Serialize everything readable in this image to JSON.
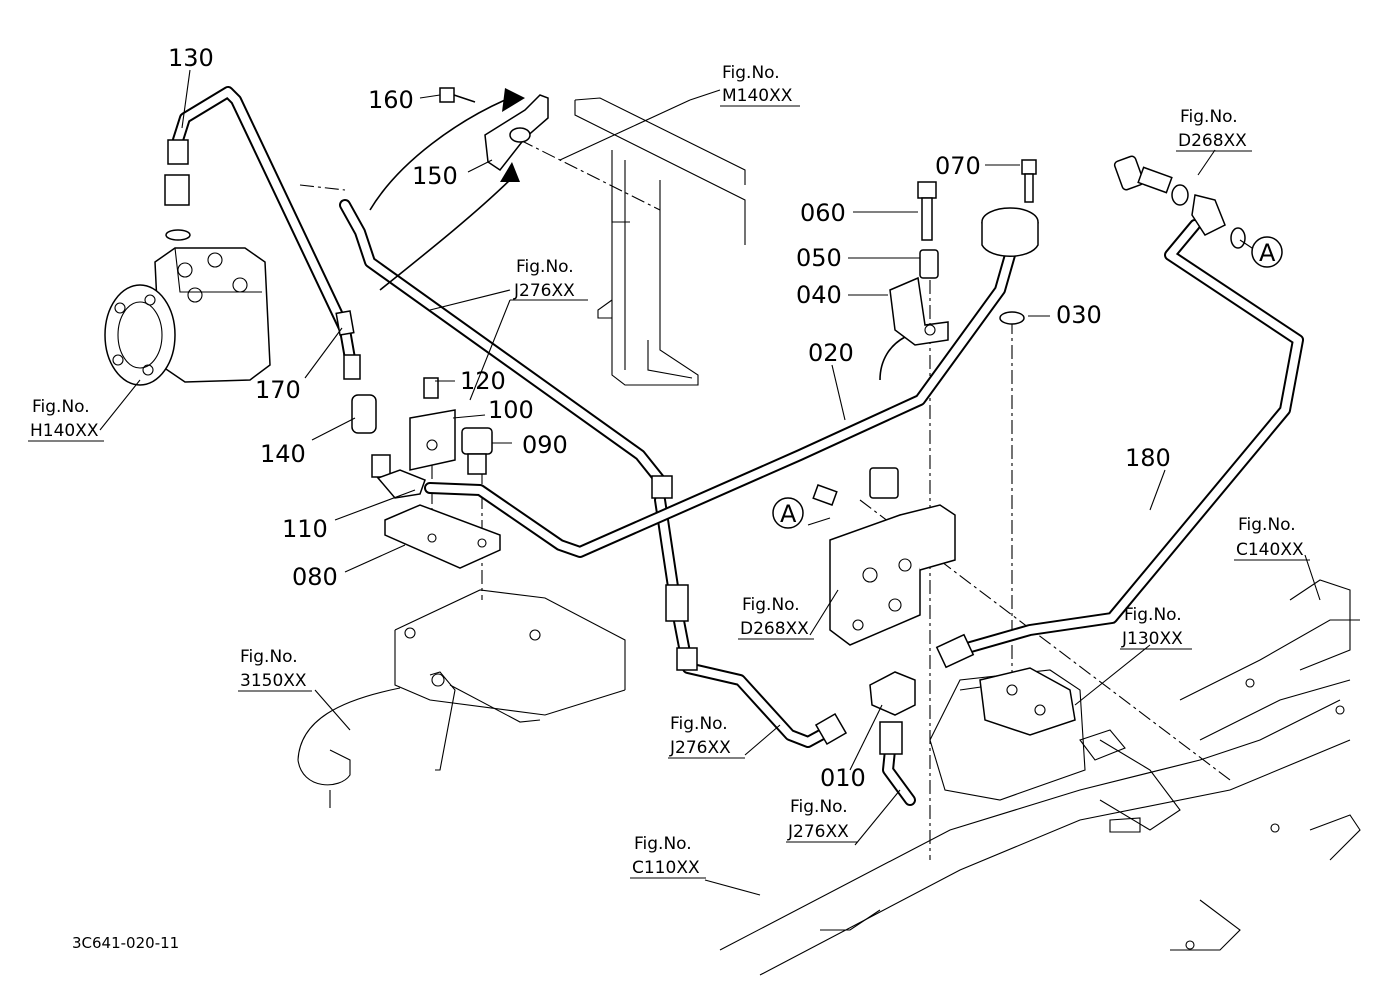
{
  "callouts": {
    "p130": "130",
    "p160": "160",
    "p150": "150",
    "p170": "170",
    "p140": "140",
    "p120": "120",
    "p100": "100",
    "p090": "090",
    "p110": "110",
    "p080": "080",
    "p070": "070",
    "p060": "060",
    "p050": "050",
    "p040": "040",
    "p030": "030",
    "p020": "020",
    "p180": "180",
    "p010": "010"
  },
  "fig_refs": {
    "m140": {
      "label": "Fig.No.",
      "code": "M140XX"
    },
    "d268_top": {
      "label": "Fig.No.",
      "code": "D268XX"
    },
    "j276_top": {
      "label": "Fig.No.",
      "code": "J276XX"
    },
    "h140": {
      "label": "Fig.No.",
      "code": "H140XX"
    },
    "c140": {
      "label": "Fig.No.",
      "code": "C140XX"
    },
    "d268_mid": {
      "label": "Fig.No.",
      "code": "D268XX"
    },
    "j130": {
      "label": "Fig.No.",
      "code": "J130XX"
    },
    "f3150": {
      "label": "Fig.No.",
      "code": "3150XX"
    },
    "j276_mid": {
      "label": "Fig.No.",
      "code": "J276XX"
    },
    "j276_low": {
      "label": "Fig.No.",
      "code": "J276XX"
    },
    "c110": {
      "label": "Fig.No.",
      "code": "C110XX"
    }
  },
  "markers": {
    "a_top": "A",
    "a_mid": "A"
  },
  "doc_id": "3C641-020-11"
}
